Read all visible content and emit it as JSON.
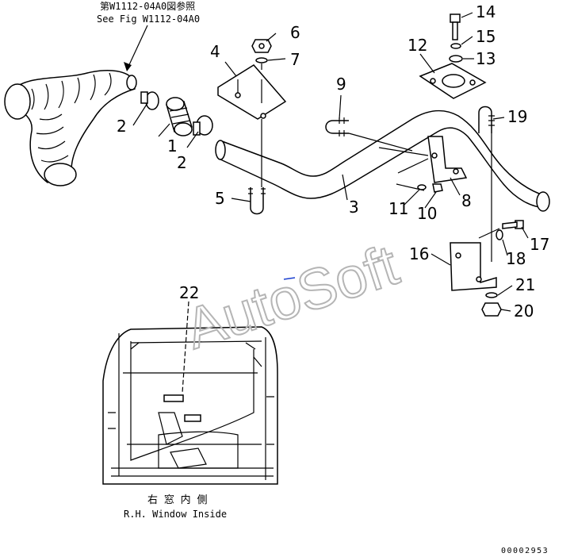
{
  "reference": {
    "ja": "第W1112-04A0図参照",
    "en": "See Fig W1112-04A0"
  },
  "callouts": {
    "c1": "1",
    "c2a": "2",
    "c2b": "2",
    "c3": "3",
    "c4": "4",
    "c5": "5",
    "c6": "6",
    "c7": "7",
    "c8": "8",
    "c9": "9",
    "c10": "10",
    "c11": "11",
    "c12": "12",
    "c13": "13",
    "c14": "14",
    "c15": "15",
    "c16": "16",
    "c17": "17",
    "c18": "18",
    "c19": "19",
    "c20": "20",
    "c21": "21",
    "c22": "22"
  },
  "caption": {
    "ja": "右 窓 内 側",
    "en": "R.H. Window Inside"
  },
  "watermark": "AutoSoft",
  "drawing_number": "00002953"
}
